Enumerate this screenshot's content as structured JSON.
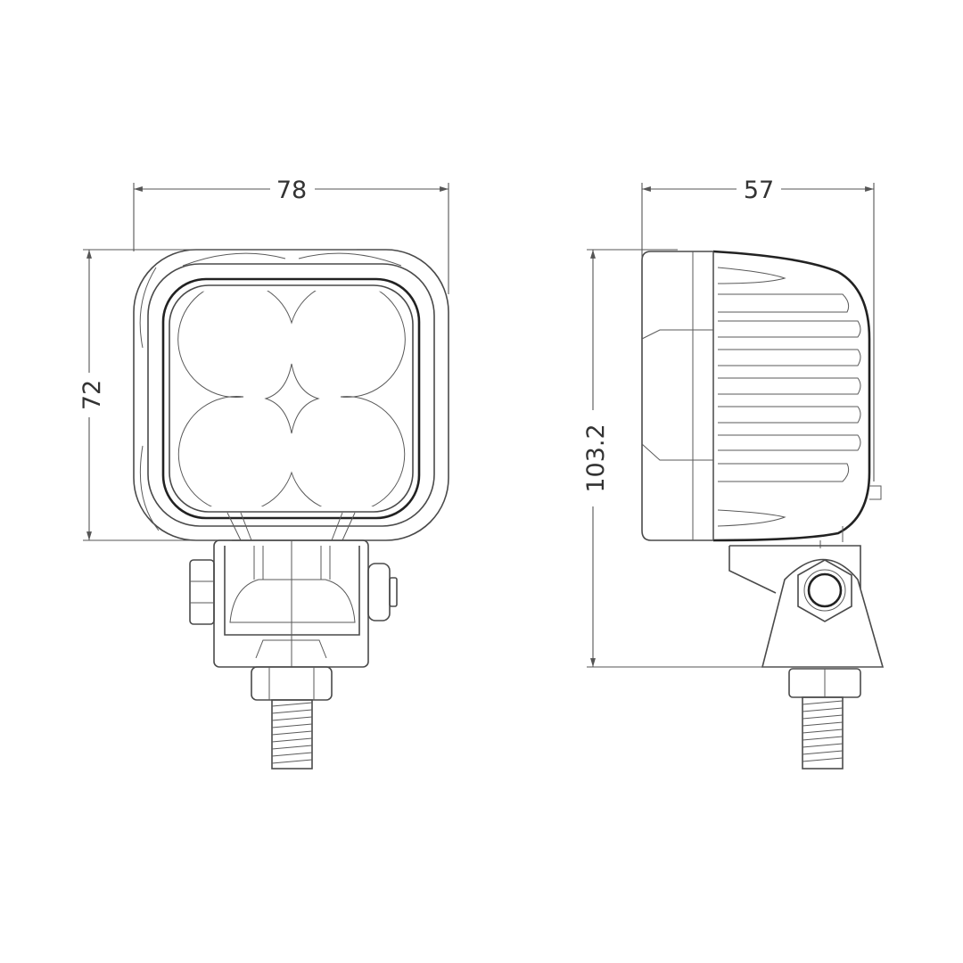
{
  "dimensions": {
    "front_width": "78",
    "front_height": "72",
    "side_depth": "57",
    "side_total_height": "103.2"
  },
  "views": [
    "front-view",
    "side-view"
  ],
  "colors": {
    "line": "#4a4a4a",
    "background": "#ffffff"
  }
}
